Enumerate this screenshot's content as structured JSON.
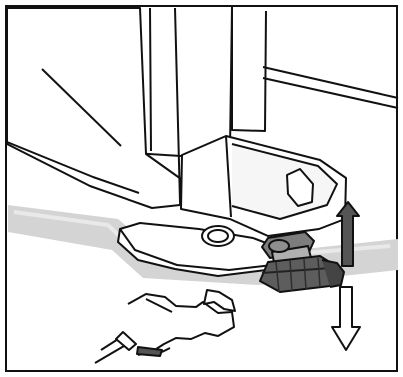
{
  "illustration": {
    "subject": "appliance-foot-height-adjustment",
    "palette": {
      "line": "#111111",
      "floor_shadow": "#cfcfcf",
      "surface_gray": "#d8d8d8",
      "mid_gray": "#9a9a9a",
      "dark_gray": "#4d4d4d",
      "arrow_fill": "#4f4f4f",
      "background": "#ffffff"
    },
    "icons": {
      "cabinet": "appliance-cabinet",
      "door": "appliance-door",
      "foot": "leveling-foot",
      "screw": "adjustment-screw",
      "tool": "wrench-icon",
      "raise": "arrow-up-icon",
      "lower": "arrow-down-icon"
    }
  }
}
